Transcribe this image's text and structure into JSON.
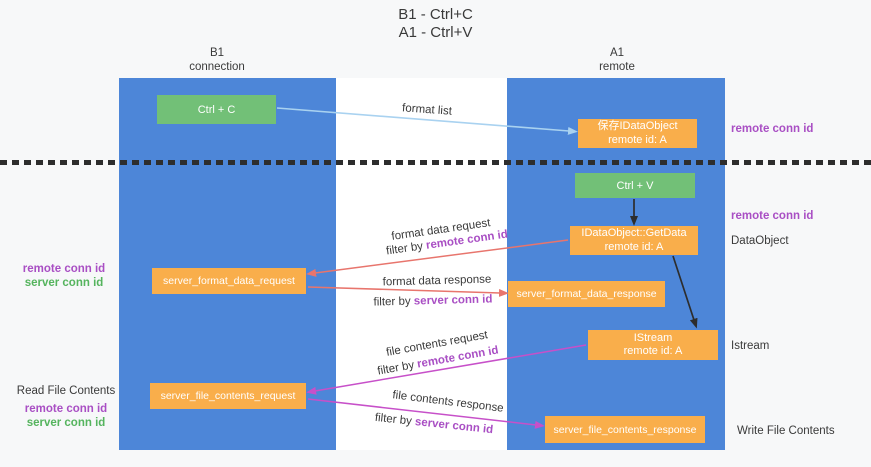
{
  "title": {
    "line1": "B1 - Ctrl+C",
    "line2": "A1 - Ctrl+V"
  },
  "lanes": {
    "left": {
      "name": "B1",
      "role": "connection"
    },
    "right": {
      "name": "A1",
      "role": "remote"
    }
  },
  "boxes": {
    "ctrl_c": {
      "label": "Ctrl + C"
    },
    "ctrl_v": {
      "label": "Ctrl + V"
    },
    "save_dataobject": {
      "line1": "保存IDataObject",
      "line2": "remote id: A"
    },
    "getdata": {
      "line1": "IDataObject::GetData",
      "line2": "remote id: A"
    },
    "istream": {
      "line1": "IStream",
      "line2": "remote id: A"
    },
    "server_format_data_request": {
      "label": "server_format_data_request"
    },
    "server_format_data_response": {
      "label": "server_format_data_response"
    },
    "server_file_contents_request": {
      "label": "server_file_contents_request"
    },
    "server_file_contents_response": {
      "label": "server_file_contents_response"
    }
  },
  "arrow_labels": {
    "format_list": "format list",
    "format_data_request": "format data request",
    "format_data_response": "format data response",
    "file_contents_request": "file contents request",
    "file_contents_response": "file contents response",
    "filter_prefix": "filter by ",
    "remote_conn_id": "remote conn id",
    "server_conn_id": "server conn id"
  },
  "side_labels": {
    "left_format": {
      "remote": "remote conn id",
      "server": "server conn id"
    },
    "left_file": {
      "title": "Read File Contents",
      "remote": "remote conn id",
      "server": "server conn id"
    },
    "right": {
      "remote_1": "remote conn id",
      "remote_2": "remote conn id",
      "dataobject": "DataObject",
      "istream": "Istream",
      "write_file": "Write File Contents"
    }
  },
  "colors": {
    "lane_fill": "#4d86d8",
    "green_box": "#72c077",
    "orange_box": "#f9ae4b",
    "purple_text": "#a94fc4",
    "green_text": "#55b45e",
    "arrow_blue": "#a9d2f0",
    "arrow_red": "#e8756d",
    "arrow_magenta": "#c750c9",
    "arrow_black": "#2d2d2d"
  }
}
